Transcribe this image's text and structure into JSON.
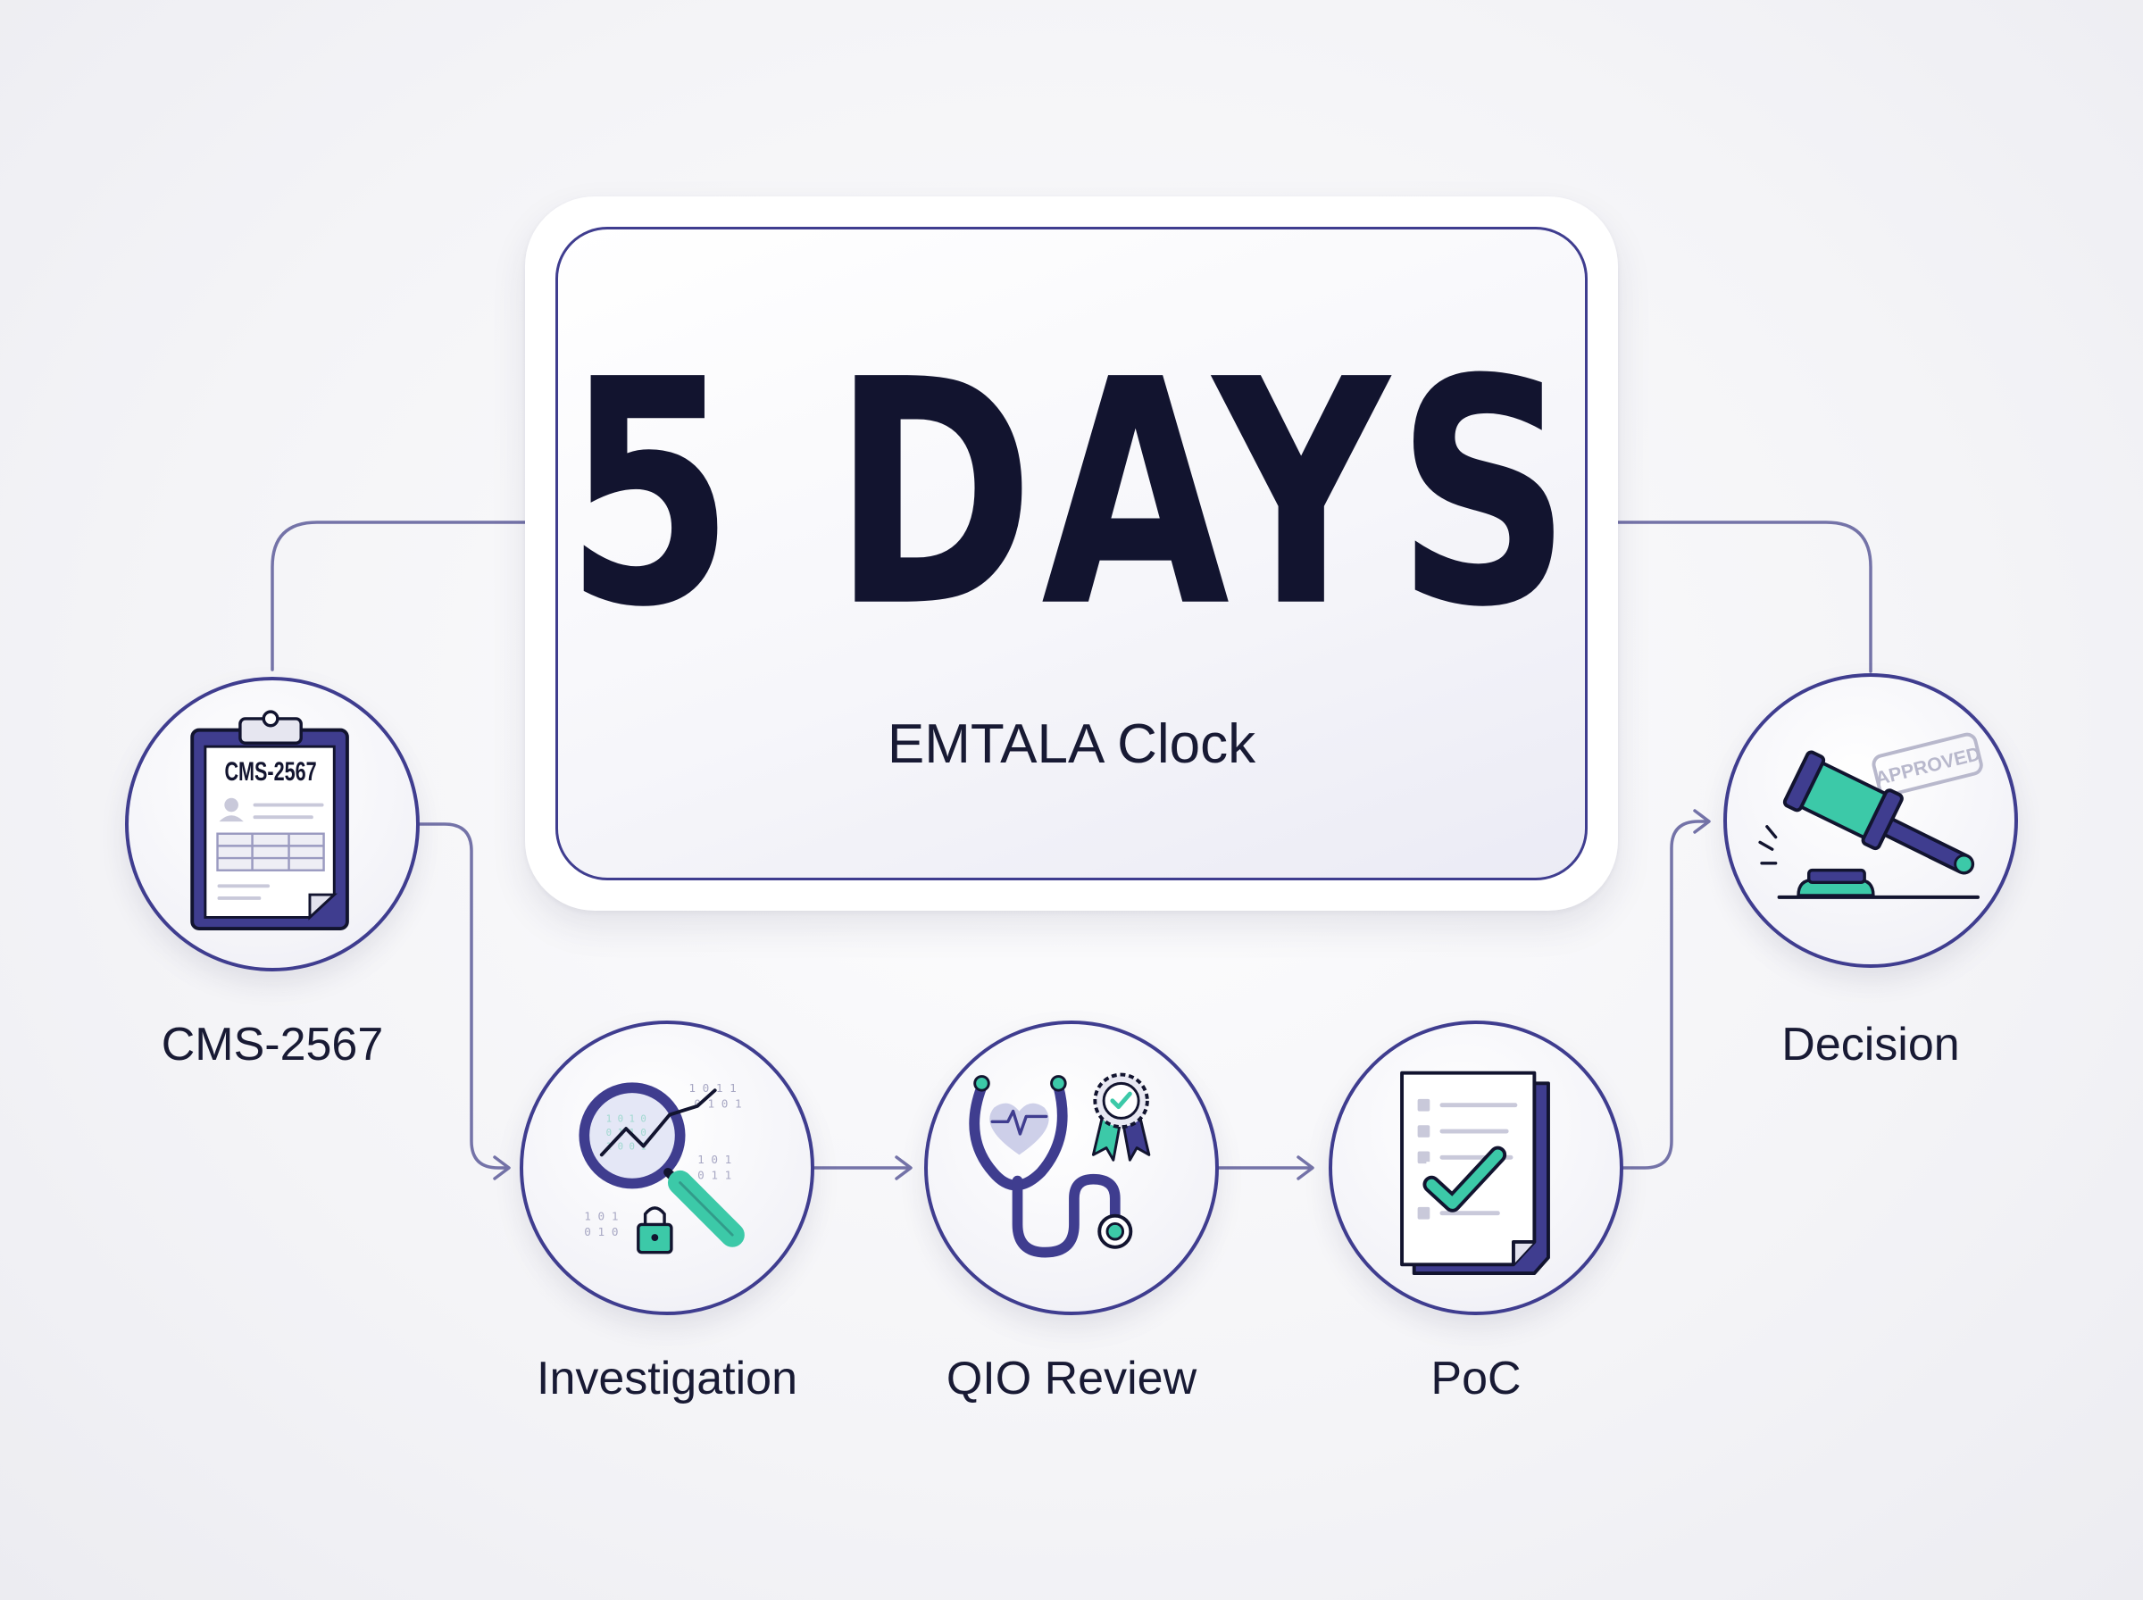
{
  "card": {
    "headline": "5 DAYS",
    "subtitle": "EMTALA Clock"
  },
  "steps": [
    {
      "label": "CMS-2567",
      "icon": "clipboard-form-icon",
      "form_text": "CMS-2567"
    },
    {
      "label": "Investigation",
      "icon": "magnifier-lock-icon"
    },
    {
      "label": "QIO Review",
      "icon": "stethoscope-badge-icon"
    },
    {
      "label": "PoC",
      "icon": "checklist-document-icon"
    },
    {
      "label": "Decision",
      "icon": "gavel-approved-icon",
      "stamp_text": "APPROVED"
    }
  ],
  "colors": {
    "navy": "#3f3d8f",
    "teal": "#3cc9a8",
    "ink": "#12142f",
    "connector": "#7473a8"
  }
}
